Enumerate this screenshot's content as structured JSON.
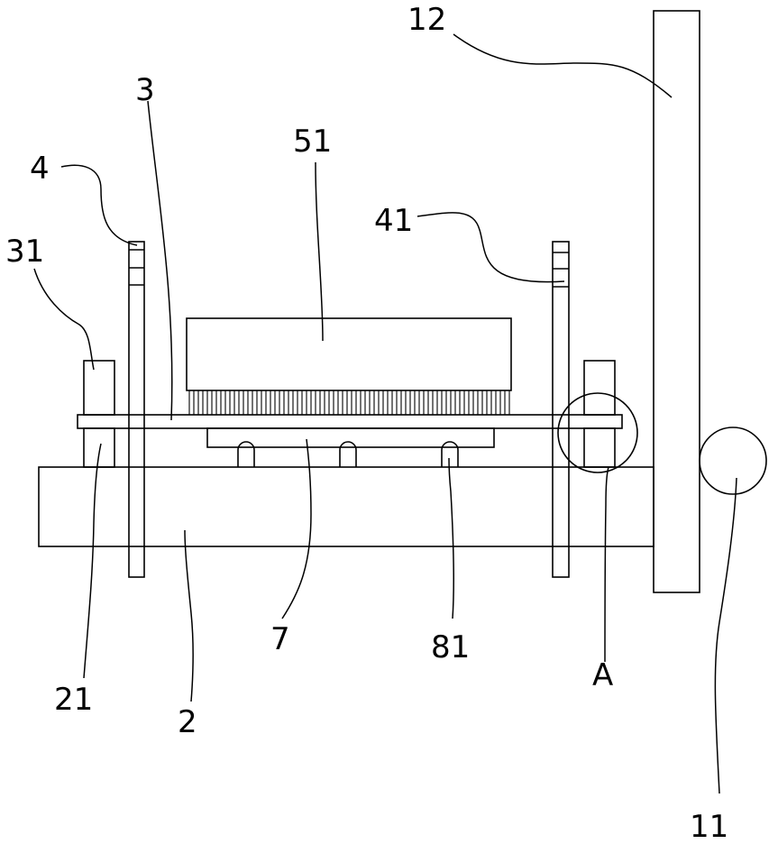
{
  "labels": {
    "l12": "12",
    "l3": "3",
    "l51": "51",
    "l4": "4",
    "l41": "41",
    "l31": "31",
    "l21": "21",
    "l2": "2",
    "l7": "7",
    "l81": "81",
    "lA": "A",
    "l11": "11"
  }
}
